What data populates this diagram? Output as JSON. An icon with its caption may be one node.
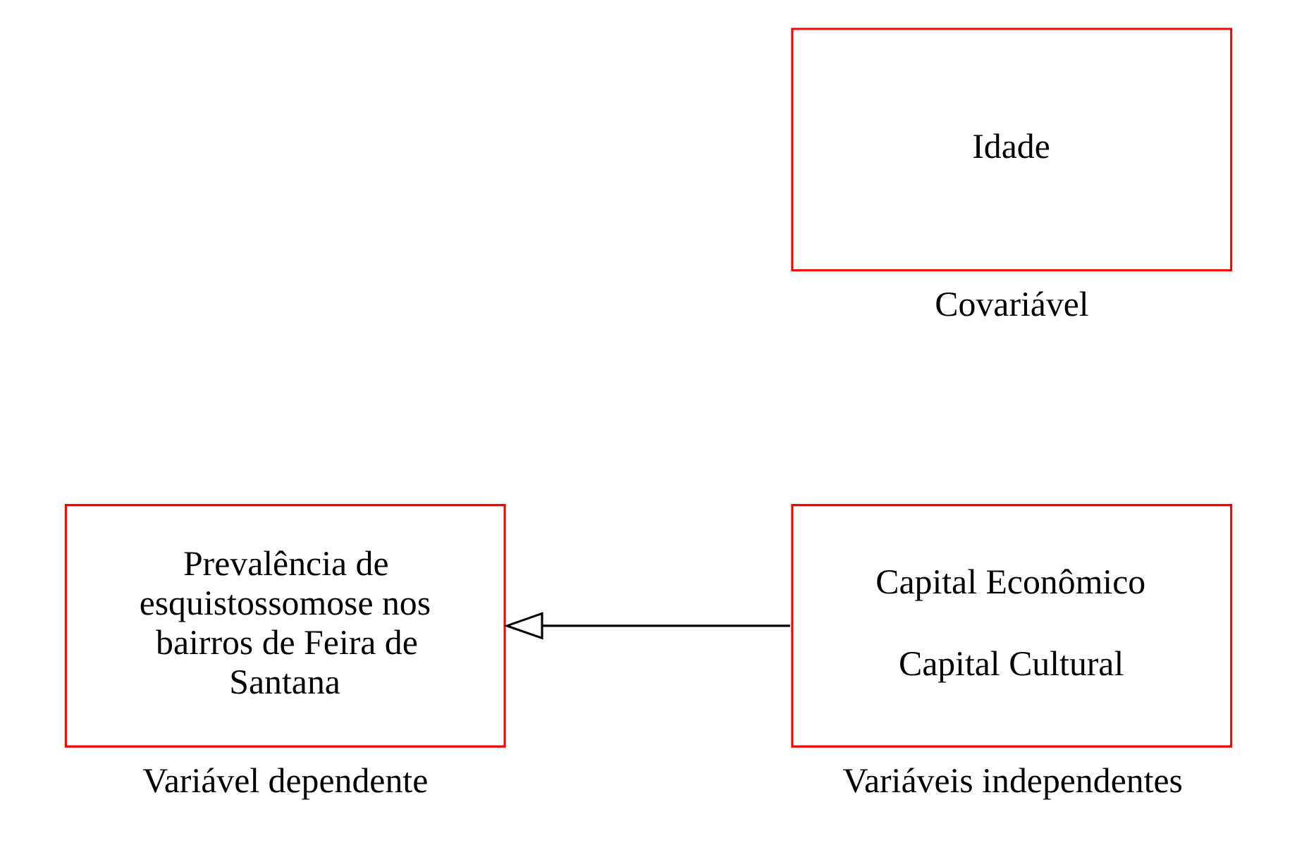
{
  "diagram": {
    "nodes": [
      {
        "text": [
          "Prevalência de esquistossomose nos bairros de Feira de Santana"
        ],
        "beside": [
          "Variável dependente"
        ]
      },
      {
        "text": [
          "Capital Econômico",
          "Capital Cultural"
        ],
        "beside": [
          "Variáveis independentes"
        ]
      },
      {
        "text": [
          "Idade"
        ],
        "beside": [
          "Covariável"
        ]
      }
    ],
    "edges": [
      {
        "from": 1,
        "to": 0,
        "arrow": "to"
      }
    ]
  }
}
